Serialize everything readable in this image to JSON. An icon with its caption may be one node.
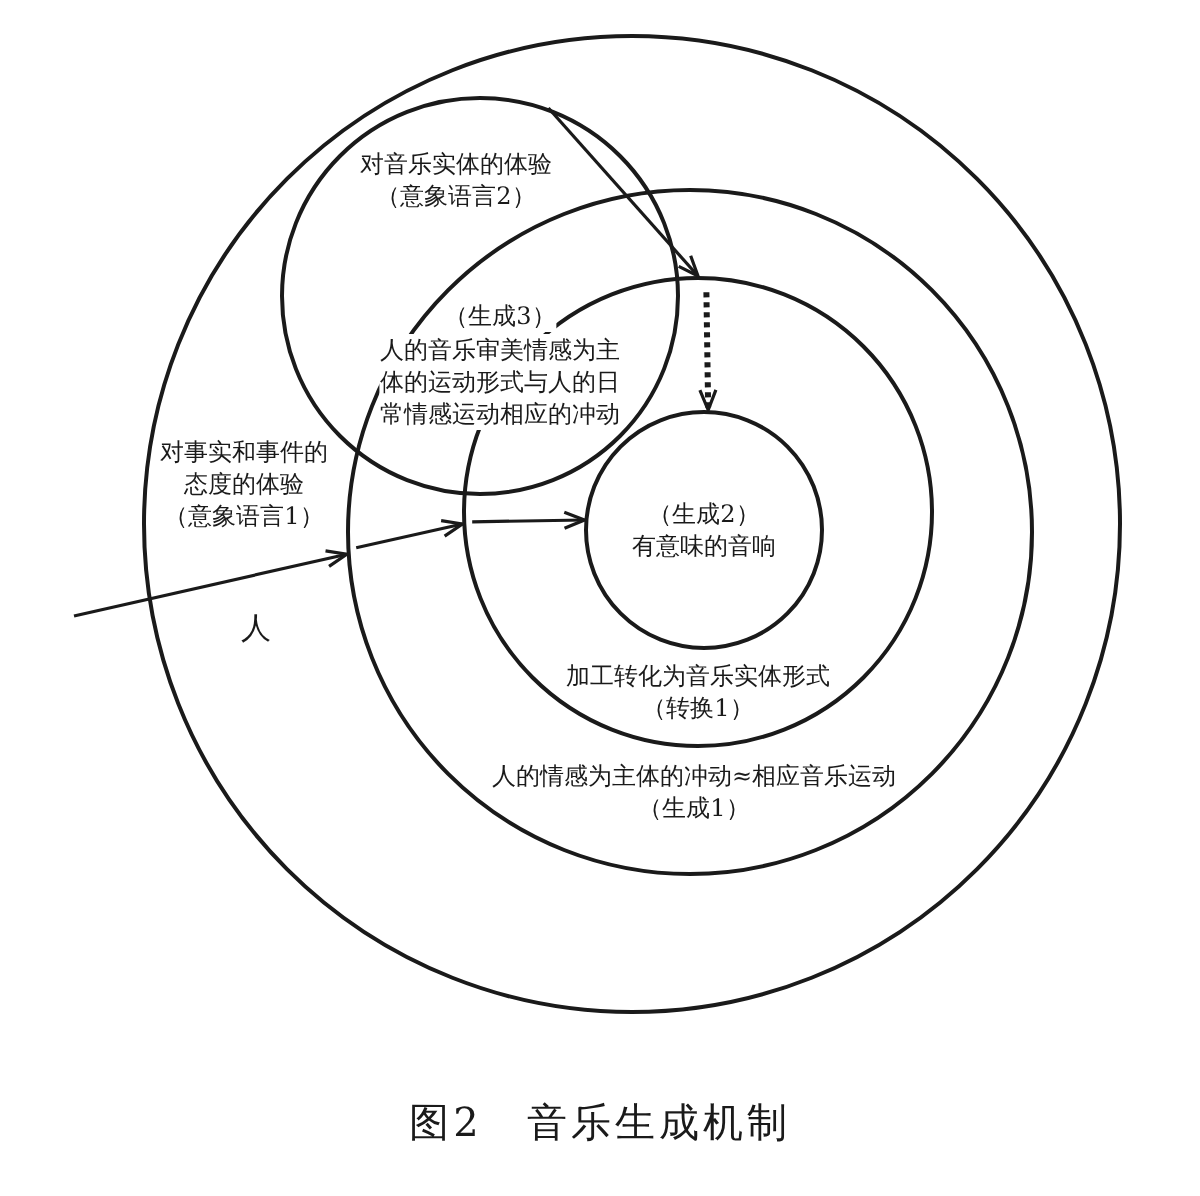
{
  "diagram": {
    "caption": "图2　音乐生成机制",
    "nodes": [
      {
        "text": [
          "对事实和事件的态度的体验",
          "（意象语言1）"
        ]
      },
      {
        "text": [
          "对音乐实体的体验",
          "（意象语言2）"
        ],
        "in": 0
      },
      {
        "text": [
          "人的情感为主体的冲动≈相应音乐运动",
          "（生成1）"
        ],
        "in": 0
      },
      {
        "text": [
          "加工转化为音乐实体形式",
          "（转换1）"
        ],
        "in": 2
      },
      {
        "text": [
          "（生成2）",
          "有意味的音响"
        ],
        "in": 3
      }
    ],
    "edges": [
      {
        "from": null,
        "to": 2,
        "arrow": "to",
        "label": "人"
      },
      {
        "from": 2,
        "to": 3,
        "arrow": "to"
      },
      {
        "from": 3,
        "to": 4,
        "arrow": "to"
      },
      {
        "from": 1,
        "to": 3,
        "arrow": "to"
      },
      {
        "from": 3,
        "to": 4,
        "arrow": "to",
        "style": "dashed"
      }
    ],
    "labels": [
      "（生成3）",
      "人的音乐审美情感为主体的运动形式与人的日常情感运动相应的冲动"
    ]
  }
}
